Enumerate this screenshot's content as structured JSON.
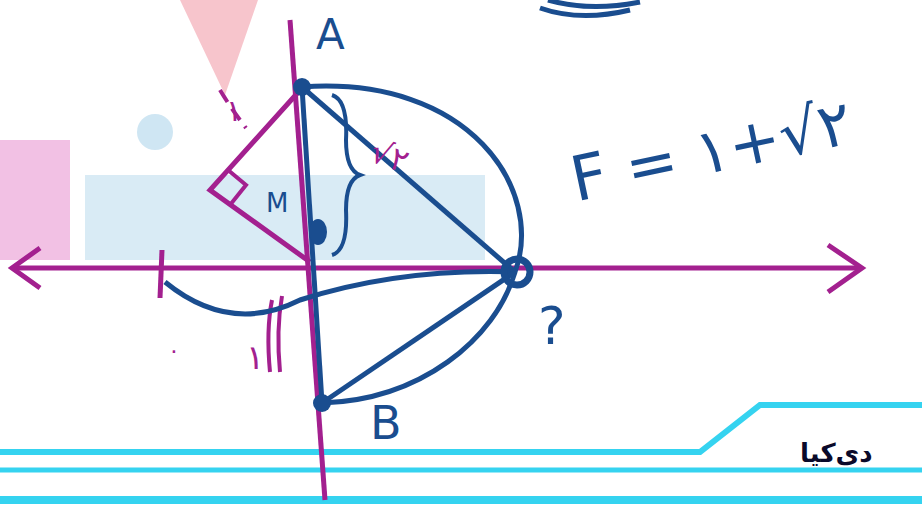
{
  "diagram": {
    "labels": [
      "A",
      "M",
      "B",
      "F = ۱+√۲",
      "۱",
      "√۲",
      "۱",
      "۰",
      "?",
      "دی‌کیا"
    ]
  }
}
